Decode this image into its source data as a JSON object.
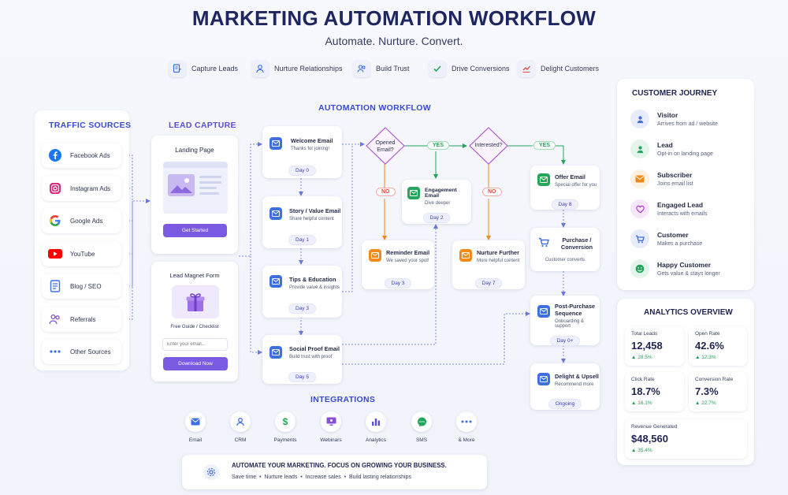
{
  "header": {
    "title": "MARKETING AUTOMATION WORKFLOW",
    "subtitle": "Automate. Nurture. Convert."
  },
  "goals": [
    {
      "label": "Capture Leads",
      "icon": "form-icon",
      "color": "#3d6fe0"
    },
    {
      "label": "Nurture Relationships",
      "icon": "person-icon",
      "color": "#3d6fe0"
    },
    {
      "label": "Build Trust",
      "icon": "users-icon",
      "color": "#3d6fe0"
    },
    {
      "label": "Drive Conversions",
      "icon": "check-icon",
      "color": "#23a55a"
    },
    {
      "label": "Delight Customers",
      "icon": "growth-icon",
      "color": "#e2463d"
    }
  ],
  "traffic": {
    "title": "TRAFFIC SOURCES",
    "items": [
      {
        "label": "Facebook Ads",
        "icon": "facebook-icon"
      },
      {
        "label": "Instagram Ads",
        "icon": "instagram-icon"
      },
      {
        "label": "Google Ads",
        "icon": "google-icon"
      },
      {
        "label": "YouTube",
        "icon": "youtube-icon"
      },
      {
        "label": "Blog / SEO",
        "icon": "document-icon"
      },
      {
        "label": "Referrals",
        "icon": "users-icon"
      },
      {
        "label": "Other Sources",
        "icon": "more-icon"
      }
    ]
  },
  "lead_capture": {
    "title": "LEAD CAPTURE",
    "landing": {
      "title": "Landing Page",
      "button": "Get Started"
    },
    "magnet": {
      "title": "Lead Magnet Form",
      "caption": "Free Guide / Checklist",
      "placeholder": "Enter your email...",
      "button": "Download Now"
    }
  },
  "workflow": {
    "title": "AUTOMATION WORKFLOW",
    "emails": [
      {
        "title": "Welcome Email",
        "desc": "Thanks for joining!",
        "day": "Day 0"
      },
      {
        "title": "Story / Value Email",
        "desc": "Share helpful content",
        "day": "Day 1"
      },
      {
        "title": "Tips & Education",
        "desc": "Provide value & insights",
        "day": "Day 3"
      },
      {
        "title": "Social Proof Email",
        "desc": "Build trust with proof",
        "day": "Day 5"
      }
    ],
    "decision1": {
      "label": "Opened Email?",
      "yes": "YES",
      "no": "NO"
    },
    "decision2": {
      "label": "Interested?",
      "yes": "YES",
      "no": "NO"
    },
    "engagement": {
      "title": "Engagement Email",
      "desc": "Dive deeper",
      "day": "Day 2"
    },
    "reminder": {
      "title": "Reminder Email",
      "desc": "We saved your spot!",
      "day": "Day 3"
    },
    "nurture": {
      "title": "Nurture Further",
      "desc": "More helpful content",
      "day": "Day 7"
    },
    "offer": {
      "title": "Offer Email",
      "desc": "Special offer for you",
      "day": "Day 8"
    },
    "purchase": {
      "title": "Purchase / Conversion",
      "desc": "Customer converts"
    },
    "post": {
      "title": "Post-Purchase Sequence",
      "desc": "Onboarding & support",
      "day": "Day 0+"
    },
    "delight": {
      "title": "Delight & Upsell",
      "desc": "Recommend more",
      "day": "Ongoing"
    }
  },
  "integrations": {
    "title": "INTEGRATIONS",
    "items": [
      {
        "label": "Email",
        "icon": "mail-icon",
        "color": "#3d6fe0"
      },
      {
        "label": "CRM",
        "icon": "person-icon",
        "color": "#3d6fe0"
      },
      {
        "label": "Payments",
        "icon": "dollar-icon",
        "color": "#23a55a"
      },
      {
        "label": "Webinars",
        "icon": "monitor-icon",
        "color": "#8a4fd8"
      },
      {
        "label": "Analytics",
        "icon": "bar-chart-icon",
        "color": "#5a4fd8"
      },
      {
        "label": "SMS",
        "icon": "chat-icon",
        "color": "#23a55a"
      },
      {
        "label": "& More",
        "icon": "more-icon",
        "color": "#3d6fe0"
      }
    ]
  },
  "banner": {
    "title": "AUTOMATE YOUR MARKETING. FOCUS ON GROWING YOUR BUSINESS.",
    "subtitle": "Save time  •  Nurture leads  •  Increase sales  •  Build lasting relationships"
  },
  "journey": {
    "title": "CUSTOMER JOURNEY",
    "steps": [
      {
        "name": "Visitor",
        "desc": "Arrives from ad / website",
        "icon": "person-icon",
        "color": "#3d6fe0",
        "bg": "#e6ecfb"
      },
      {
        "name": "Lead",
        "desc": "Opt-in on landing page",
        "icon": "person-icon",
        "color": "#23a55a",
        "bg": "#e3f5ea"
      },
      {
        "name": "Subscriber",
        "desc": "Joins email list",
        "icon": "mail-icon",
        "color": "#f08a1c",
        "bg": "#fdf0e0"
      },
      {
        "name": "Engaged Lead",
        "desc": "Interacts with emails",
        "icon": "heart-icon",
        "color": "#b03ad0",
        "bg": "#f5e6fa"
      },
      {
        "name": "Customer",
        "desc": "Makes a purchase",
        "icon": "cart-icon",
        "color": "#3d6fe0",
        "bg": "#e6ecfb"
      },
      {
        "name": "Happy Customer",
        "desc": "Gets value & stays longer",
        "icon": "smile-icon",
        "color": "#23a55a",
        "bg": "#e3f5ea"
      }
    ]
  },
  "analytics": {
    "title": "ANALYTICS OVERVIEW",
    "metrics": [
      {
        "label": "Total Leads",
        "value": "12,458",
        "change": "▲ 28.5%"
      },
      {
        "label": "Open Rate",
        "value": "42.6%",
        "change": "▲ 12.3%"
      },
      {
        "label": "Click Rate",
        "value": "18.7%",
        "change": "▲ 16.1%"
      },
      {
        "label": "Conversion Rate",
        "value": "7.3%",
        "change": "▲ 22.7%"
      }
    ],
    "revenue": {
      "label": "Revenue Generated",
      "value": "$48,560",
      "change": "▲ 35.4%"
    }
  }
}
